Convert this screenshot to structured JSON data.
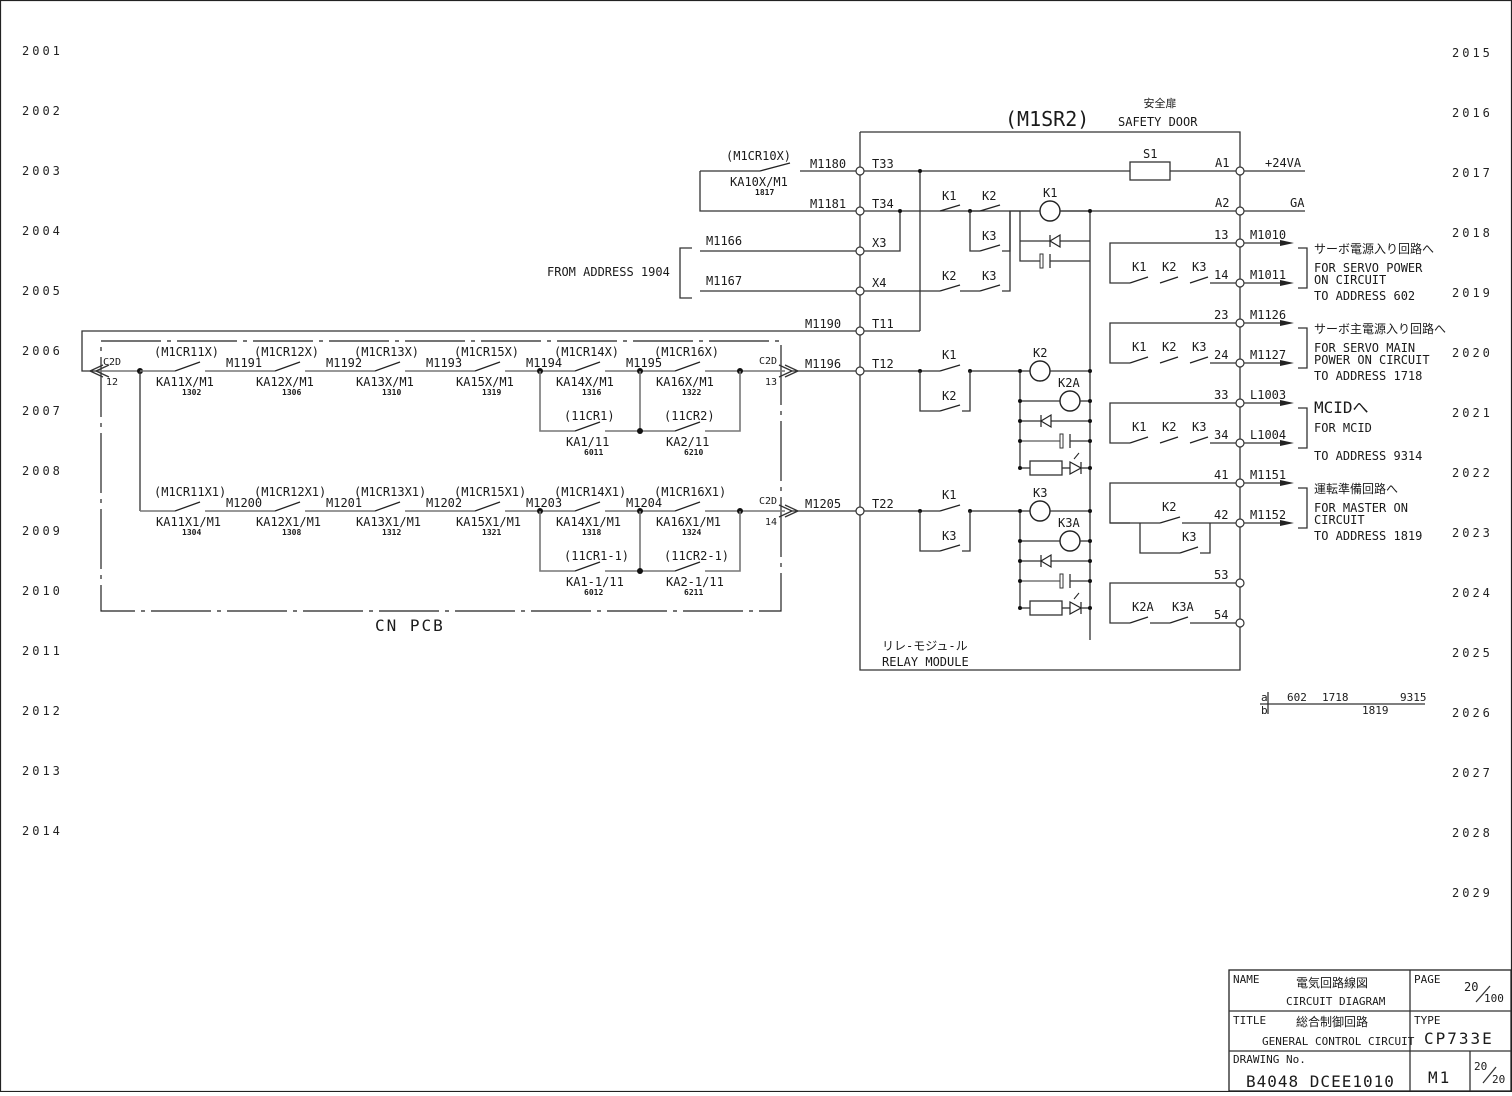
{
  "sheet": {
    "left_addresses": [
      "2001",
      "2002",
      "2003",
      "2004",
      "2005",
      "2006",
      "2007",
      "2008",
      "2009",
      "2010",
      "2011",
      "2012",
      "2013",
      "2014"
    ],
    "right_addresses": [
      "2015",
      "2016",
      "2017",
      "2018",
      "2019",
      "2020",
      "2021",
      "2022",
      "2023",
      "2024",
      "2025",
      "2026",
      "2027",
      "2028",
      "2029"
    ]
  },
  "safety_door": {
    "title_jp": "安全扉",
    "designation": "(M1SR2)",
    "title_en": "SAFETY DOOR",
    "switch_label": "S1",
    "terminals": {
      "a1": "A1",
      "a2": "A2"
    },
    "outputs": {
      "plus24": "+24VA",
      "ga": "GA"
    }
  },
  "top_contact": {
    "relay": "(M1CR10X)",
    "contact": "KA10X/M1",
    "ref": "1817",
    "wire_top": "M1180",
    "wire_bottom": "M1181"
  },
  "inputs": {
    "from_address": "FROM ADDRESS 1904",
    "wires": [
      "M1166",
      "M1167"
    ],
    "terminals": [
      "X3",
      "X4"
    ]
  },
  "relay_module": {
    "terminals": [
      "T33",
      "T34",
      "X3",
      "X4",
      "T11",
      "T12",
      "T22"
    ],
    "wire_m1190": "M1190",
    "wire_m1196": "M1196",
    "wire_m1205": "M1205",
    "title_jp": "リレ-モジュ-ル",
    "title_en": "RELAY MODULE",
    "contacts": {
      "k1": "K1",
      "k2": "K2",
      "k3": "K3",
      "coil_k1": "K1",
      "coil_k2": "K2",
      "coil_k2a": "K2A",
      "coil_k3": "K3",
      "coil_k3a": "K3A",
      "k2a": "K2A",
      "k3a": "K3A"
    }
  },
  "outputs": [
    {
      "t1": "13",
      "t2": "14",
      "w1": "M1010",
      "w2": "M1011",
      "jp": "サーボ電源入り回路へ",
      "en": [
        "FOR SERVO POWER",
        "ON CIRCUIT"
      ],
      "to": "TO ADDRESS 602"
    },
    {
      "t1": "23",
      "t2": "24",
      "w1": "M1126",
      "w2": "M1127",
      "jp": "サーボ主電源入り回路へ",
      "en": [
        "FOR SERVO MAIN",
        "POWER ON CIRCUIT"
      ],
      "to": "TO ADDRESS 1718"
    },
    {
      "t1": "33",
      "t2": "34",
      "w1": "L1003",
      "w2": "L1004",
      "jp": "MCIDへ",
      "en": [
        "FOR MCID",
        ""
      ],
      "to": "TO ADDRESS 9314"
    },
    {
      "t1": "41",
      "t2": "42",
      "w1": "M1151",
      "w2": "M1152",
      "jp": "運転準備回路へ",
      "en": [
        "FOR MASTER ON",
        "CIRCUIT"
      ],
      "to": "TO ADDRESS 1819"
    },
    {
      "t1": "53",
      "t2": "54"
    }
  ],
  "pcb": {
    "label": "CN PCB",
    "connector": "C2D",
    "pins": [
      "12",
      "13",
      "14"
    ],
    "row1": {
      "contacts": [
        {
          "relay": "(M1CR11X)",
          "contact": "KA11X/M1",
          "ref": "1302"
        },
        {
          "relay": "(M1CR12X)",
          "contact": "KA12X/M1",
          "ref": "1306"
        },
        {
          "relay": "(M1CR13X)",
          "contact": "KA13X/M1",
          "ref": "1310"
        },
        {
          "relay": "(M1CR15X)",
          "contact": "KA15X/M1",
          "ref": "1319"
        },
        {
          "relay": "(M1CR14X)",
          "contact": "KA14X/M1",
          "ref": "1316"
        },
        {
          "relay": "(M1CR16X)",
          "contact": "KA16X/M1",
          "ref": "1322"
        }
      ],
      "wires": [
        "M1191",
        "M1192",
        "M1193",
        "M1194",
        "M1195"
      ],
      "bypass": [
        {
          "relay": "(11CR1)",
          "contact": "KA1/11",
          "ref": "6011"
        },
        {
          "relay": "(11CR2)",
          "contact": "KA2/11",
          "ref": "6210"
        }
      ]
    },
    "row2": {
      "contacts": [
        {
          "relay": "(M1CR11X1)",
          "contact": "KA11X1/M1",
          "ref": "1304"
        },
        {
          "relay": "(M1CR12X1)",
          "contact": "KA12X1/M1",
          "ref": "1308"
        },
        {
          "relay": "(M1CR13X1)",
          "contact": "KA13X1/M1",
          "ref": "1312"
        },
        {
          "relay": "(M1CR15X1)",
          "contact": "KA15X1/M1",
          "ref": "1321"
        },
        {
          "relay": "(M1CR14X1)",
          "contact": "KA14X1/M1",
          "ref": "1318"
        },
        {
          "relay": "(M1CR16X1)",
          "contact": "KA16X1/M1",
          "ref": "1324"
        }
      ],
      "wires": [
        "M1200",
        "M1201",
        "M1202",
        "M1203",
        "M1204"
      ],
      "bypass": [
        {
          "relay": "(11CR1-1)",
          "contact": "KA1-1/11",
          "ref": "6012"
        },
        {
          "relay": "(11CR2-1)",
          "contact": "KA2-1/11",
          "ref": "6211"
        }
      ]
    }
  },
  "xref": {
    "a_label": "a",
    "b_label": "b",
    "a_values": [
      "602",
      "1718",
      "9315"
    ],
    "b_values": [
      "1819"
    ]
  },
  "title_block": {
    "name_label": "NAME",
    "name_jp": "電気回路線図",
    "name_en": "CIRCUIT DIAGRAM",
    "title_label": "TITLE",
    "title_jp": "総合制御回路",
    "title_en": "GENERAL CONTROL CIRCUIT",
    "drawing_label": "DRAWING No.",
    "drawing_no": "B4048 DCEE1010",
    "page_label": "PAGE",
    "page_num": "20",
    "page_total": "100",
    "type_label": "TYPE",
    "type_value": "CP733E",
    "section": "M1",
    "sheet_num": "20",
    "sheet_total": "20"
  }
}
